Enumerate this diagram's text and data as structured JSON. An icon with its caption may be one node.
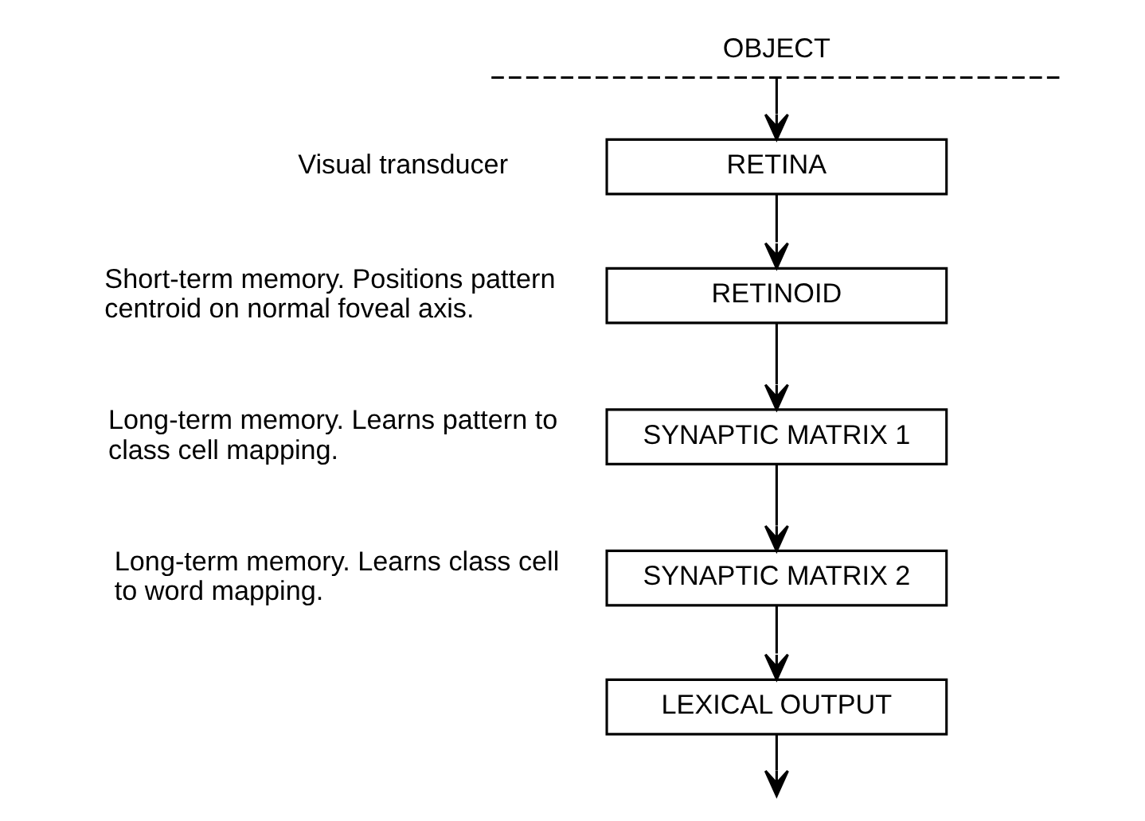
{
  "diagram": {
    "nodes": [
      {
        "text": [
          "OBJECT"
        ]
      },
      {
        "text": [
          "RETINA"
        ],
        "beside": [
          "Visual transducer"
        ]
      },
      {
        "text": [
          "RETINOID"
        ],
        "beside": [
          "Short-term memory. Positions pattern centroid on normal foveal axis."
        ]
      },
      {
        "text": [
          "SYNAPTIC MATRIX 1"
        ],
        "beside": [
          "Long-term memory. Learns pattern to class cell mapping."
        ]
      },
      {
        "text": [
          "SYNAPTIC MATRIX 2"
        ],
        "beside": [
          "Long-term memory. Learns class cell to word mapping."
        ]
      },
      {
        "text": [
          "LEXICAL OUTPUT"
        ]
      }
    ],
    "edges": [
      {
        "from": 0,
        "to": 1,
        "arrow": "to"
      },
      {
        "from": 1,
        "to": 2,
        "arrow": "to"
      },
      {
        "from": 2,
        "to": 3,
        "arrow": "to"
      },
      {
        "from": 3,
        "to": 4,
        "arrow": "to"
      },
      {
        "from": 4,
        "to": 5,
        "arrow": "to"
      },
      {
        "from": 5,
        "to": null,
        "arrow": "to"
      }
    ]
  }
}
